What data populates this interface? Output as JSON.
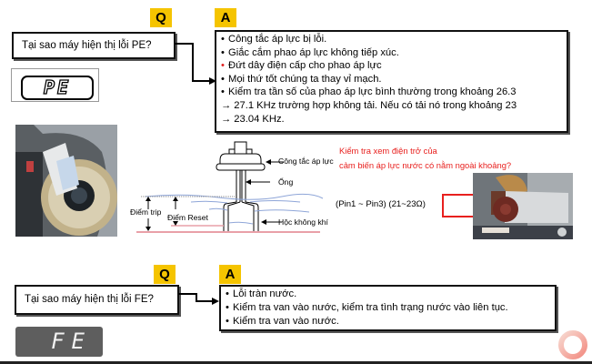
{
  "section1": {
    "q_tag": "Q",
    "a_tag": "A",
    "question": "Tại sao máy hiện thị lỗi PE?",
    "display_code": "PE",
    "answers": [
      {
        "bullet": "•",
        "bullet_color": "black",
        "text": "Công tắc áp lực bị lỗi."
      },
      {
        "bullet": "•",
        "bullet_color": "black",
        "text": "Giắc cắm phao áp lực không tiếp xúc."
      },
      {
        "bullet": "•",
        "bullet_color": "red",
        "text": "Đứt dây điện cấp cho phao áp lực"
      },
      {
        "bullet": "•",
        "bullet_color": "black",
        "text": "Mọi thứ tốt chúng ta thay vỉ mạch."
      },
      {
        "bullet": "•",
        "bullet_color": "black",
        "text": "Kiểm tra tần số của phao áp lực bình thường trong khoảng 26.3"
      },
      {
        "bullet": "",
        "bullet_color": "black",
        "text": "→ 27.1 KHz trường hợp không tải. Nếu có tải nó trong khoảng 23"
      },
      {
        "bullet": "",
        "bullet_color": "black",
        "text": "→ 23.04 KHz."
      }
    ]
  },
  "diagram": {
    "label_switch": "Công tắc áp lực",
    "label_tube": "Ống",
    "label_air_chamber": "Hộc không khí",
    "label_trip": "Điểm trip",
    "label_reset": "Điểm Reset"
  },
  "resistance_check": {
    "question_line1": "Kiểm tra xem điện trở của",
    "question_line2": "cảm biến áp lực nước có nằm ngoài khoảng?",
    "pin_text": "(Pin1 ~ Pin3) (21~23Ω)"
  },
  "section2": {
    "q_tag": "Q",
    "a_tag": "A",
    "question": "Tại sao máy hiện thị lỗi FE?",
    "display_code": "FE",
    "answers": [
      {
        "bullet": "•",
        "text": "Lỗi tràn nước."
      },
      {
        "bullet": "•",
        "text": "Kiểm tra van vào nước, kiểm tra tình trạng nước vào liên tục."
      },
      {
        "bullet": "•",
        "text": "Kiểm tra van vào nước."
      }
    ]
  },
  "colors": {
    "tag_yellow": "#f5c400",
    "alert_red": "#e8201e"
  }
}
